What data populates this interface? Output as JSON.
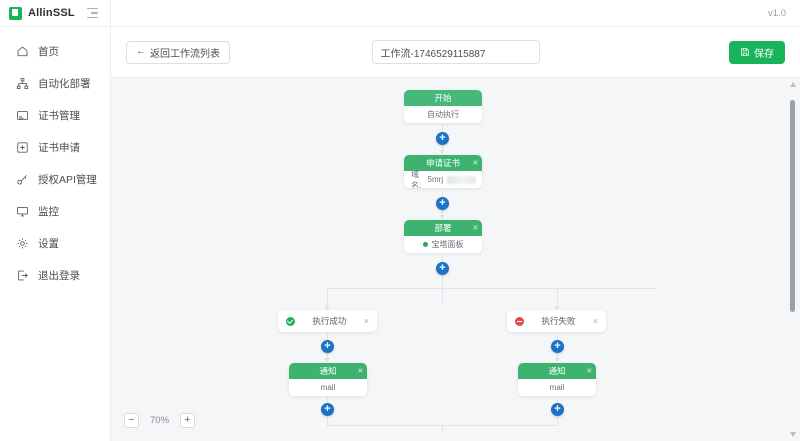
{
  "header": {
    "brand": "AllinSSL",
    "logo_icon": "allinssl-logo-icon",
    "collapse_icon": "menu-collapse-icon",
    "version": "v1.0"
  },
  "sidebar": {
    "items": [
      {
        "label": "首页",
        "icon": "home-icon"
      },
      {
        "label": "自动化部署",
        "icon": "sitemap-icon"
      },
      {
        "label": "证书管理",
        "icon": "certificate-icon"
      },
      {
        "label": "证书申请",
        "icon": "plus-square-icon"
      },
      {
        "label": "授权API管理",
        "icon": "key-icon"
      },
      {
        "label": "监控",
        "icon": "monitor-icon"
      },
      {
        "label": "设置",
        "icon": "gear-icon"
      },
      {
        "label": "退出登录",
        "icon": "logout-icon"
      }
    ]
  },
  "toolbar": {
    "back_label": "返回工作流列表",
    "back_arrow": "arrow-left-icon",
    "workflow_name_value": "工作流-1746529115887",
    "workflow_name_placeholder": "请输入工作流名称",
    "save_label": "保存",
    "save_icon": "save-icon"
  },
  "canvas": {
    "zoom": {
      "minus_label": "−",
      "percent": "70%",
      "plus_label": "+"
    },
    "close_label": "×",
    "nodes": {
      "start": {
        "title": "开始",
        "body": "自动执行"
      },
      "apply_cert": {
        "title": "申请证书",
        "body_label": "域名:",
        "body_value": "5mrj"
      },
      "deploy": {
        "title": "部署",
        "body": "宝塔面板"
      },
      "branch_success": {
        "label": "执行成功",
        "status_icon": "success-check-icon"
      },
      "branch_fail": {
        "label": "执行失败",
        "status_icon": "fail-minus-icon"
      },
      "notify_success": {
        "title": "通知",
        "body": "mail"
      },
      "notify_fail": {
        "title": "通知",
        "body": "mail"
      }
    },
    "add_button_label": "+"
  }
}
